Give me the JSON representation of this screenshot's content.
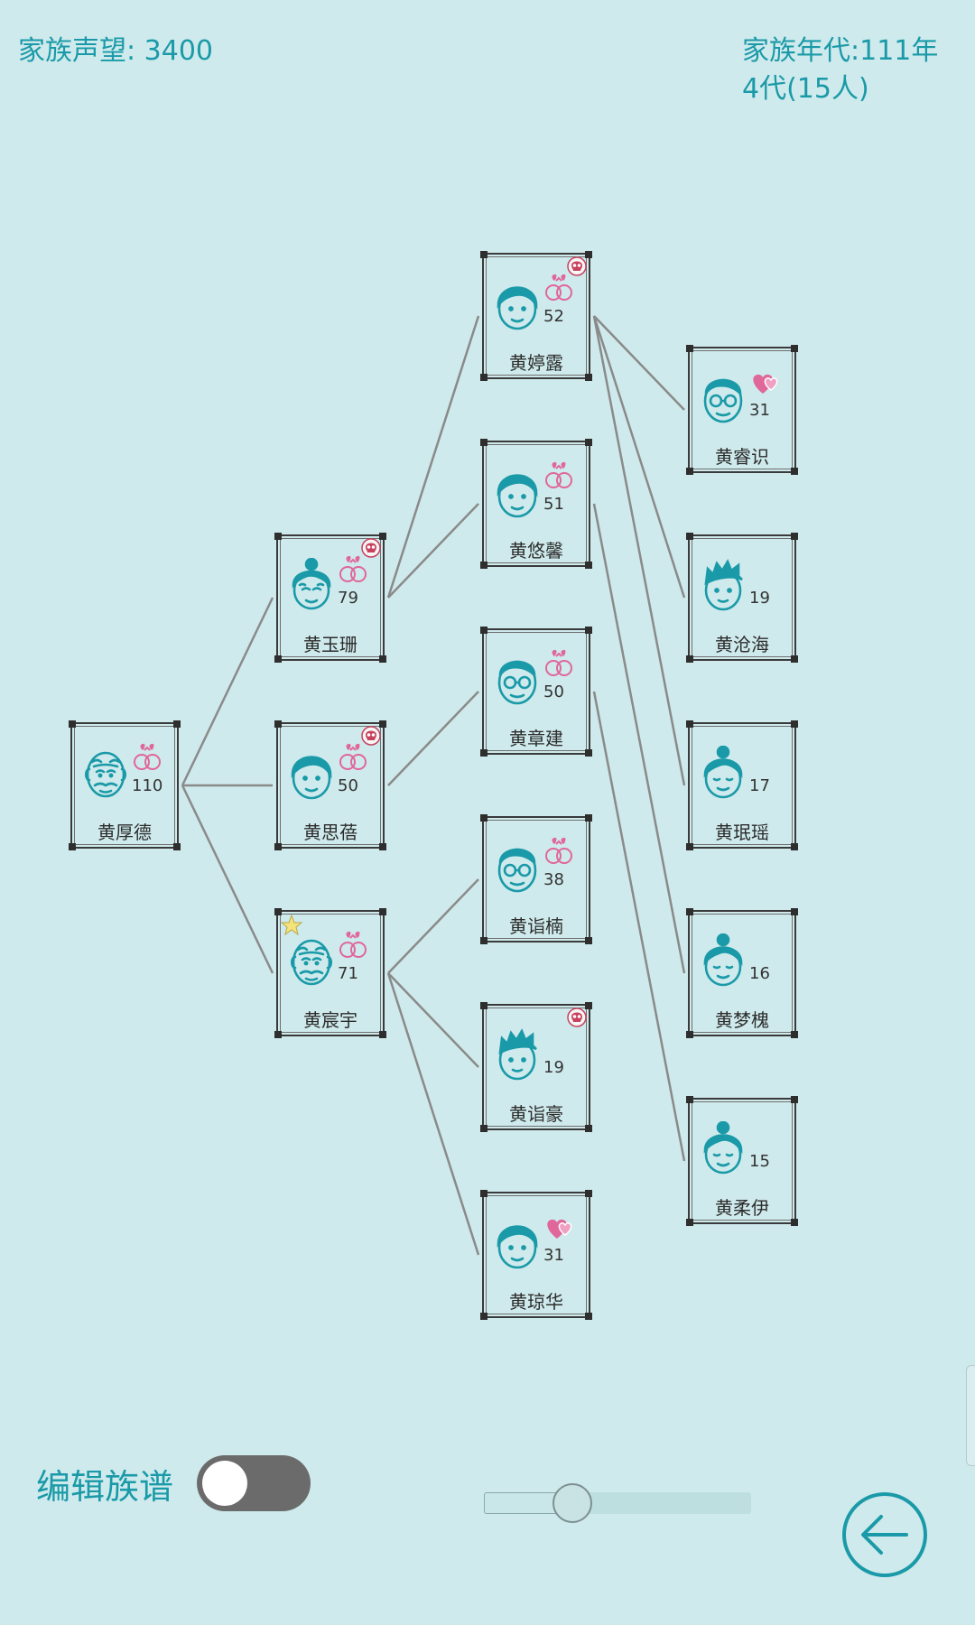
{
  "header": {
    "reputation": "家族声望: 3400",
    "era": "家族年代:111年",
    "generations": "4代(15人)"
  },
  "members": [
    {
      "name": "黄厚德",
      "age": "110",
      "face": "old-man-icon",
      "relation": "married-rings-icon",
      "deceased": false,
      "heir": false
    },
    {
      "name": "黄玉珊",
      "age": "79",
      "face": "old-woman-bun-icon",
      "relation": "married-rings-icon",
      "deceased": true,
      "heir": false
    },
    {
      "name": "黄思蓓",
      "age": "50",
      "face": "woman-icon",
      "relation": "married-rings-icon",
      "deceased": true,
      "heir": false
    },
    {
      "name": "黄宸宇",
      "age": "71",
      "face": "old-man-icon",
      "relation": "married-rings-icon",
      "deceased": false,
      "heir": true
    },
    {
      "name": "黄婷露",
      "age": "52",
      "face": "woman-icon",
      "relation": "married-rings-icon",
      "deceased": true,
      "heir": false
    },
    {
      "name": "黄悠馨",
      "age": "51",
      "face": "woman-icon",
      "relation": "married-rings-icon",
      "deceased": false,
      "heir": false
    },
    {
      "name": "黄章建",
      "age": "50",
      "face": "man-glasses-icon",
      "relation": "married-rings-icon",
      "deceased": false,
      "heir": false
    },
    {
      "name": "黄诣楠",
      "age": "38",
      "face": "man-glasses-icon",
      "relation": "married-rings-icon",
      "deceased": false,
      "heir": false
    },
    {
      "name": "黄诣豪",
      "age": "19",
      "face": "boy-icon",
      "relation": "",
      "deceased": true,
      "heir": false
    },
    {
      "name": "黄琼华",
      "age": "31",
      "face": "woman-icon",
      "relation": "hearts-icon",
      "deceased": false,
      "heir": false
    },
    {
      "name": "黄睿识",
      "age": "31",
      "face": "man-glasses-icon",
      "relation": "hearts-icon",
      "deceased": false,
      "heir": false
    },
    {
      "name": "黄沧海",
      "age": "19",
      "face": "boy-icon",
      "relation": "",
      "deceased": false,
      "heir": false
    },
    {
      "name": "黄珉瑶",
      "age": "17",
      "face": "girl-bun-icon",
      "relation": "",
      "deceased": false,
      "heir": false
    },
    {
      "name": "黄梦槐",
      "age": "16",
      "face": "girl-bun-icon",
      "relation": "",
      "deceased": false,
      "heir": false
    },
    {
      "name": "黄柔伊",
      "age": "15",
      "face": "girl-bun-icon",
      "relation": "",
      "deceased": false,
      "heir": false
    }
  ],
  "controls": {
    "edit_label": "编辑族谱",
    "edit_toggle_on": false,
    "zoom_slider_value": 0.33
  },
  "colors": {
    "background": "#cfeaec",
    "accent": "#1a9aa8",
    "relation_pink": "#e0679a",
    "skull_red": "#c8425e"
  }
}
